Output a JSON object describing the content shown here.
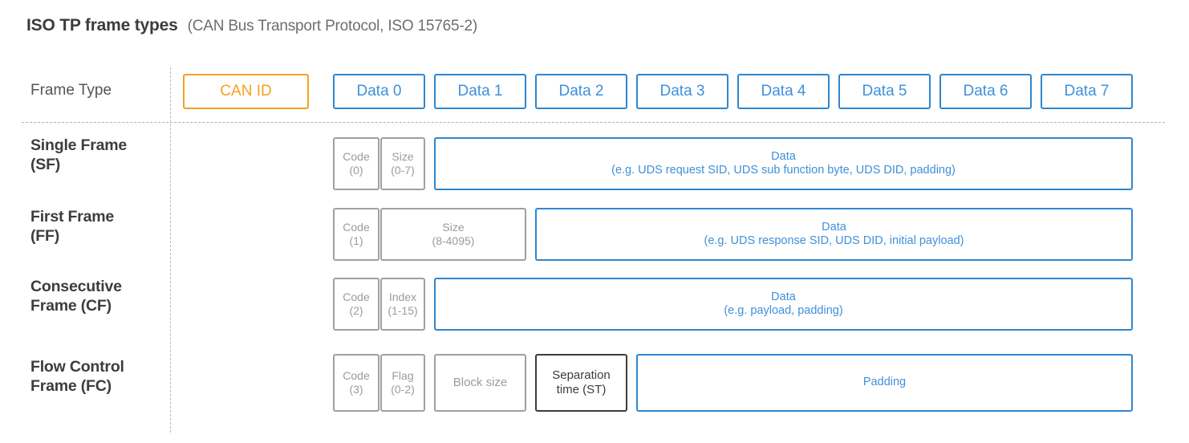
{
  "title": {
    "main": "ISO TP frame types",
    "sub": "(CAN Bus Transport Protocol, ISO 15765-2)"
  },
  "colors": {
    "blue": "#2e86d0",
    "blue_text": "#3f90da",
    "orange": "#f5a01e",
    "gray": "#a0a0a0",
    "dark": "#3c3c3c",
    "dashed": "#b4b4b4"
  },
  "header": {
    "row_label": "Frame Type",
    "can_id": "CAN ID",
    "bytes": [
      "Data 0",
      "Data 1",
      "Data 2",
      "Data 3",
      "Data 4",
      "Data 5",
      "Data 6",
      "Data 7"
    ]
  },
  "rows": [
    {
      "label_line1": "Single Frame",
      "label_line2": "(SF)",
      "cells": [
        {
          "kind": "code",
          "style": "gray",
          "line1": "Code",
          "line2": "(0)"
        },
        {
          "kind": "size",
          "style": "gray",
          "line1": "Size",
          "line2": "(0-7)"
        },
        {
          "kind": "data",
          "style": "blue",
          "line1": "Data",
          "line2": "(e.g. UDS request SID, UDS sub function byte, UDS DID, padding)"
        }
      ]
    },
    {
      "label_line1": "First Frame",
      "label_line2": "(FF)",
      "cells": [
        {
          "kind": "code",
          "style": "gray",
          "line1": "Code",
          "line2": "(1)"
        },
        {
          "kind": "size",
          "style": "gray",
          "line1": "Size",
          "line2": "(8-4095)"
        },
        {
          "kind": "data",
          "style": "blue",
          "line1": "Data",
          "line2": "(e.g. UDS response SID, UDS DID, initial payload)"
        }
      ]
    },
    {
      "label_line1": "Consecutive",
      "label_line2": "Frame (CF)",
      "cells": [
        {
          "kind": "code",
          "style": "gray",
          "line1": "Code",
          "line2": "(2)"
        },
        {
          "kind": "index",
          "style": "gray",
          "line1": "Index",
          "line2": "(1-15)"
        },
        {
          "kind": "data",
          "style": "blue",
          "line1": "Data",
          "line2": "(e.g. payload, padding)"
        }
      ]
    },
    {
      "label_line1": "Flow Control",
      "label_line2": "Frame (FC)",
      "cells": [
        {
          "kind": "code",
          "style": "gray",
          "line1": "Code",
          "line2": "(3)"
        },
        {
          "kind": "flag",
          "style": "gray",
          "line1": "Flag",
          "line2": "(0-2)"
        },
        {
          "kind": "block-size",
          "style": "gray",
          "line1": "Block size",
          "line2": ""
        },
        {
          "kind": "separation-time",
          "style": "dark",
          "line1": "Separation",
          "line2": "time (ST)"
        },
        {
          "kind": "padding",
          "style": "blue",
          "line1": "Padding",
          "line2": ""
        }
      ]
    }
  ]
}
